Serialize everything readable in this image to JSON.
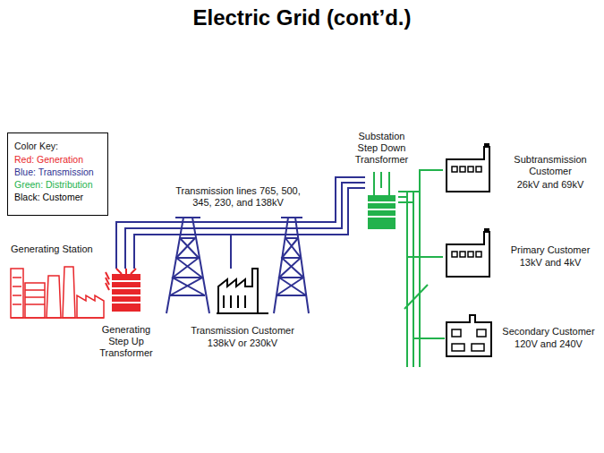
{
  "diagram": {
    "title": "Electric Grid (cont’d.)",
    "nodes": [
      {
        "text": [
          "Generating Station"
        ]
      },
      {
        "text": [
          "Generating Step Up Transformer"
        ]
      },
      {
        "text": [
          "Transmission Customer",
          "138kV or 230kV"
        ]
      },
      {
        "text": [
          "Substation Step Down Transformer"
        ]
      },
      {
        "text": [
          "Subtransmission Customer",
          "26kV and 69kV"
        ]
      },
      {
        "text": [
          "Primary Customer",
          "13kV and 4kV"
        ]
      },
      {
        "text": [
          "Secondary Customer",
          "120V and 240V"
        ]
      }
    ],
    "edges": [
      {
        "from": 0,
        "to": 1,
        "arrow": "none"
      },
      {
        "from": 1,
        "to": 3,
        "arrow": "none"
      },
      {
        "from": 1,
        "to": 2,
        "arrow": "none"
      },
      {
        "from": 3,
        "to": 4,
        "arrow": "none"
      },
      {
        "from": 3,
        "to": 5,
        "arrow": "none"
      },
      {
        "from": 3,
        "to": 6,
        "arrow": "none"
      }
    ],
    "labels": [
      "Color Key:",
      "Transmission lines 765, 500, 345, 230, and 138kV"
    ],
    "legend": [
      {
        "text": "Red: Generation",
        "color": "#e8262a"
      },
      {
        "text": "Blue: Transmission",
        "color": "#2e3192"
      },
      {
        "text": "Green: Distribution",
        "color": "#22b24c"
      },
      {
        "text": "Black: Customer",
        "color": "#000000"
      }
    ]
  }
}
